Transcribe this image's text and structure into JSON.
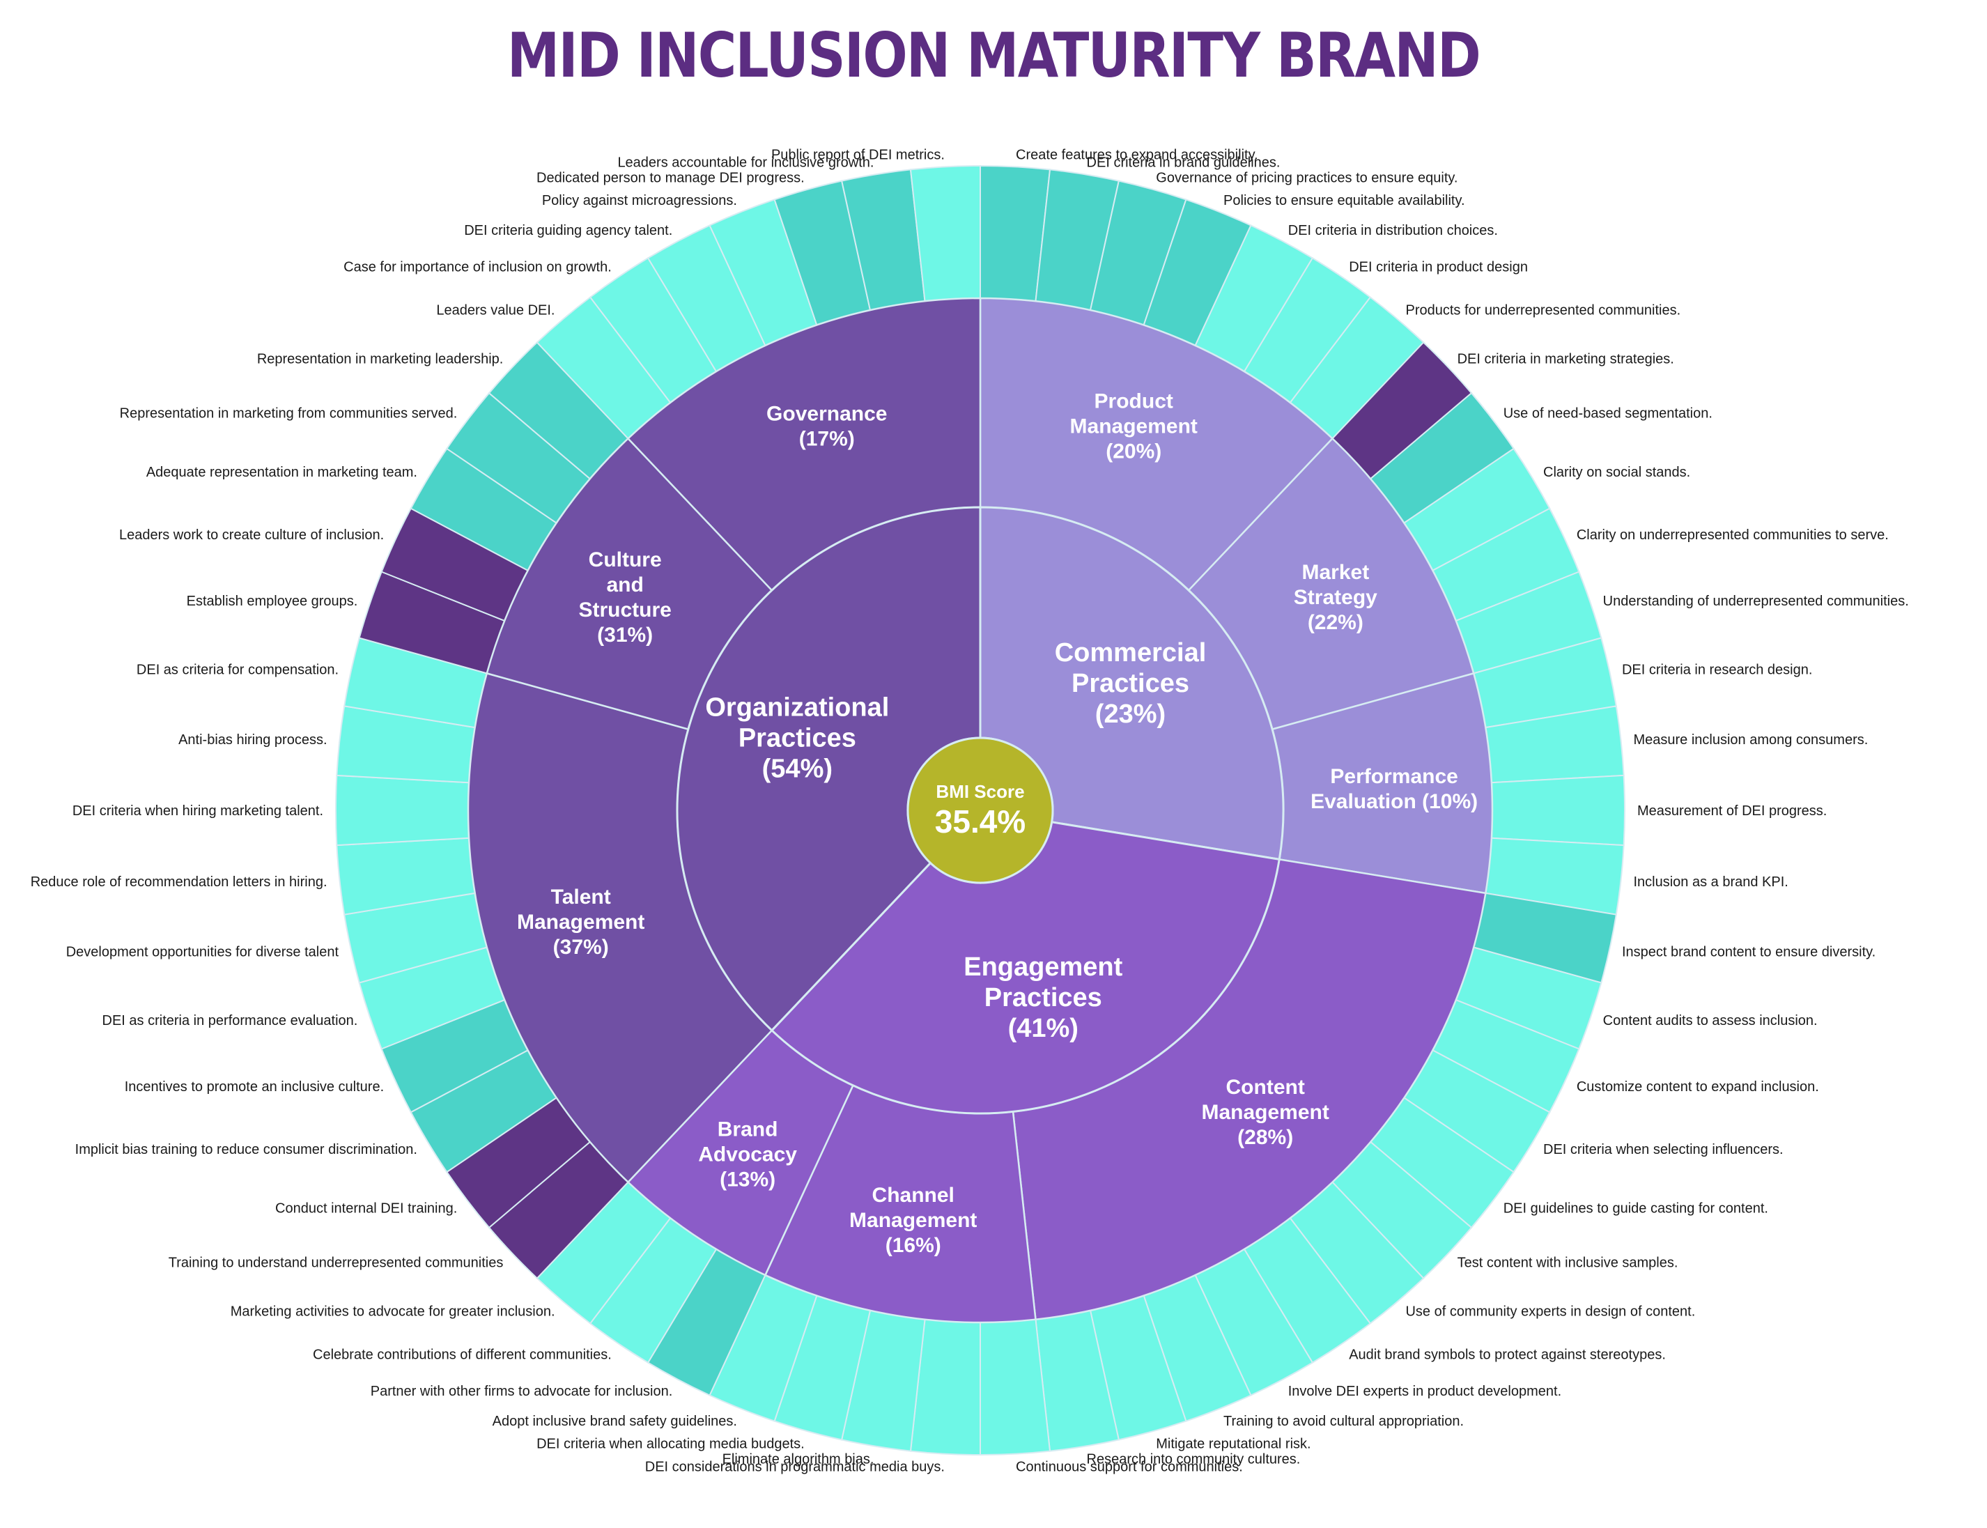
{
  "title": "MID INCLUSION MATURITY BRAND",
  "colors": {
    "title": "#5c2d82",
    "core": "#b5b52a",
    "organizational": "#7050a4",
    "commercial": "#9b8ed8",
    "engagement": "#8b5cc8",
    "leaf_light": "#6ef7e6",
    "leaf_mid": "#4bd3c8",
    "leaf_dark": "#5e3585",
    "separator": "#d6ecf2"
  },
  "chart_data": {
    "type": "sunburst",
    "core": {
      "label": "BMI Score",
      "value": "35.4%"
    },
    "pillars": [
      {
        "name": "Commercial",
        "line1": "Commercial",
        "line2": "Practices",
        "pct": "(23%)",
        "color": "commercial",
        "weight": 17
      },
      {
        "name": "Engagement",
        "line1": "Engagement",
        "line2": "Practices",
        "pct": "(41%)",
        "color": "engagement",
        "weight": 22
      },
      {
        "name": "Organizational",
        "line1": "Organizational",
        "line2": "Practices",
        "pct": "(54%)",
        "color": "organizational",
        "weight": 31
      }
    ],
    "areas": [
      {
        "pillar": 0,
        "lines": [
          "Product",
          "Management"
        ],
        "pct": "(20%)",
        "leaves": [
          {
            "text": "Create features to expand accessibility.",
            "s": "mid"
          },
          {
            "text": "DEI criteria in brand guidelines.",
            "s": "mid"
          },
          {
            "text": "Governance of pricing practices to ensure equity.",
            "s": "mid"
          },
          {
            "text": "Policies to ensure equitable availability.",
            "s": "mid"
          },
          {
            "text": "DEI criteria in distribution choices.",
            "s": "light"
          },
          {
            "text": "DEI criteria in product design",
            "s": "light"
          },
          {
            "text": "Products for underrepresented communities.",
            "s": "light"
          }
        ]
      },
      {
        "pillar": 0,
        "lines": [
          "Market",
          "Strategy"
        ],
        "pct": "(22%)",
        "leaves": [
          {
            "text": "DEI criteria in marketing strategies.",
            "s": "dark"
          },
          {
            "text": "Use of need-based segmentation.",
            "s": "mid"
          },
          {
            "text": "Clarity on social stands.",
            "s": "light"
          },
          {
            "text": "Clarity on underrepresented communities to serve.",
            "s": "light"
          },
          {
            "text": "Understanding of underrepresented communities.",
            "s": "light"
          }
        ]
      },
      {
        "pillar": 0,
        "lines": [
          "Performance",
          "Evaluation (10%)"
        ],
        "pct": "",
        "leaves": [
          {
            "text": "DEI criteria in research design.",
            "s": "light"
          },
          {
            "text": "Measure inclusion among consumers.",
            "s": "light"
          },
          {
            "text": "Measurement of DEI progress.",
            "s": "light"
          },
          {
            "text": "Inclusion as a brand KPI.",
            "s": "light"
          }
        ]
      },
      {
        "pillar": 1,
        "lines": [
          "Content",
          "Management"
        ],
        "pct": "(28%)",
        "leaves": [
          {
            "text": "Inspect brand content to ensure diversity.",
            "s": "mid"
          },
          {
            "text": "Content audits to assess inclusion.",
            "s": "light"
          },
          {
            "text": "Customize content to expand inclusion.",
            "s": "light"
          },
          {
            "text": "DEI criteria when selecting influencers.",
            "s": "light"
          },
          {
            "text": "DEI guidelines to guide casting for content.",
            "s": "light"
          },
          {
            "text": "Test content with inclusive samples.",
            "s": "light"
          },
          {
            "text": "Use of community experts in design of content.",
            "s": "light"
          },
          {
            "text": "Audit brand symbols to protect against stereotypes.",
            "s": "light"
          },
          {
            "text": "Involve DEI experts in product development.",
            "s": "light"
          },
          {
            "text": "Training to avoid cultural appropriation.",
            "s": "light"
          },
          {
            "text": "Mitigate reputational risk.",
            "s": "light"
          },
          {
            "text": "Research into community cultures.",
            "s": "light"
          }
        ]
      },
      {
        "pillar": 1,
        "lines": [
          "Channel",
          "Management"
        ],
        "pct": "(16%)",
        "leaves": [
          {
            "text": "Continuous support for communities.",
            "s": "light"
          },
          {
            "text": "DEI considerations in programmatic media buys.",
            "s": "light"
          },
          {
            "text": "Eliminate algorithm bias.",
            "s": "light"
          },
          {
            "text": "DEI criteria when allocating media budgets.",
            "s": "light"
          },
          {
            "text": "Adopt inclusive brand safety guidelines.",
            "s": "light"
          }
        ]
      },
      {
        "pillar": 1,
        "lines": [
          "Brand",
          "Advocacy"
        ],
        "pct": "(13%)",
        "leaves": [
          {
            "text": "Partner with other firms to advocate for inclusion.",
            "s": "mid"
          },
          {
            "text": "Celebrate contributions of different communities.",
            "s": "light"
          },
          {
            "text": "Marketing activities to advocate for greater inclusion.",
            "s": "light"
          }
        ]
      },
      {
        "pillar": 2,
        "lines": [
          "Talent",
          "Management"
        ],
        "pct": "(37%)",
        "leaves": [
          {
            "text": "Training to understand underrepresented communities",
            "s": "dark"
          },
          {
            "text": "Conduct internal DEI training.",
            "s": "dark"
          },
          {
            "text": "Implicit bias training to reduce consumer discrimination.",
            "s": "mid"
          },
          {
            "text": "Incentives to promote an inclusive culture.",
            "s": "mid"
          },
          {
            "text": "DEI as criteria in performance evaluation.",
            "s": "light"
          },
          {
            "text": "Development opportunities for diverse talent",
            "s": "light"
          },
          {
            "text": "Reduce role of recommendation letters in hiring.",
            "s": "light"
          },
          {
            "text": "DEI criteria when hiring marketing talent.",
            "s": "light"
          },
          {
            "text": "Anti-bias hiring process.",
            "s": "light"
          },
          {
            "text": "DEI as criteria for compensation.",
            "s": "light"
          }
        ]
      },
      {
        "pillar": 2,
        "lines": [
          "Culture",
          "and",
          "Structure"
        ],
        "pct": "(31%)",
        "leaves": [
          {
            "text": "Establish employee groups.",
            "s": "dark"
          },
          {
            "text": "Leaders work to create culture of inclusion.",
            "s": "dark"
          },
          {
            "text": "Adequate representation in marketing team.",
            "s": "mid"
          },
          {
            "text": "Representation in marketing from communities served.",
            "s": "mid"
          },
          {
            "text": "Representation in marketing leadership.",
            "s": "mid"
          }
        ]
      },
      {
        "pillar": 2,
        "lines": [
          "Governance"
        ],
        "pct": "(17%)",
        "leaves": [
          {
            "text": "Leaders value DEI.",
            "s": "light"
          },
          {
            "text": "Case for importance of inclusion on growth.",
            "s": "light"
          },
          {
            "text": "DEI criteria guiding agency talent.",
            "s": "light"
          },
          {
            "text": "Policy against microagressions.",
            "s": "light"
          },
          {
            "text": "Dedicated person to manage DEI progress.",
            "s": "mid"
          },
          {
            "text": "Leaders accountable for inclusive growth.",
            "s": "mid"
          },
          {
            "text": "Public report of DEI metrics.",
            "s": "light"
          }
        ]
      }
    ]
  }
}
